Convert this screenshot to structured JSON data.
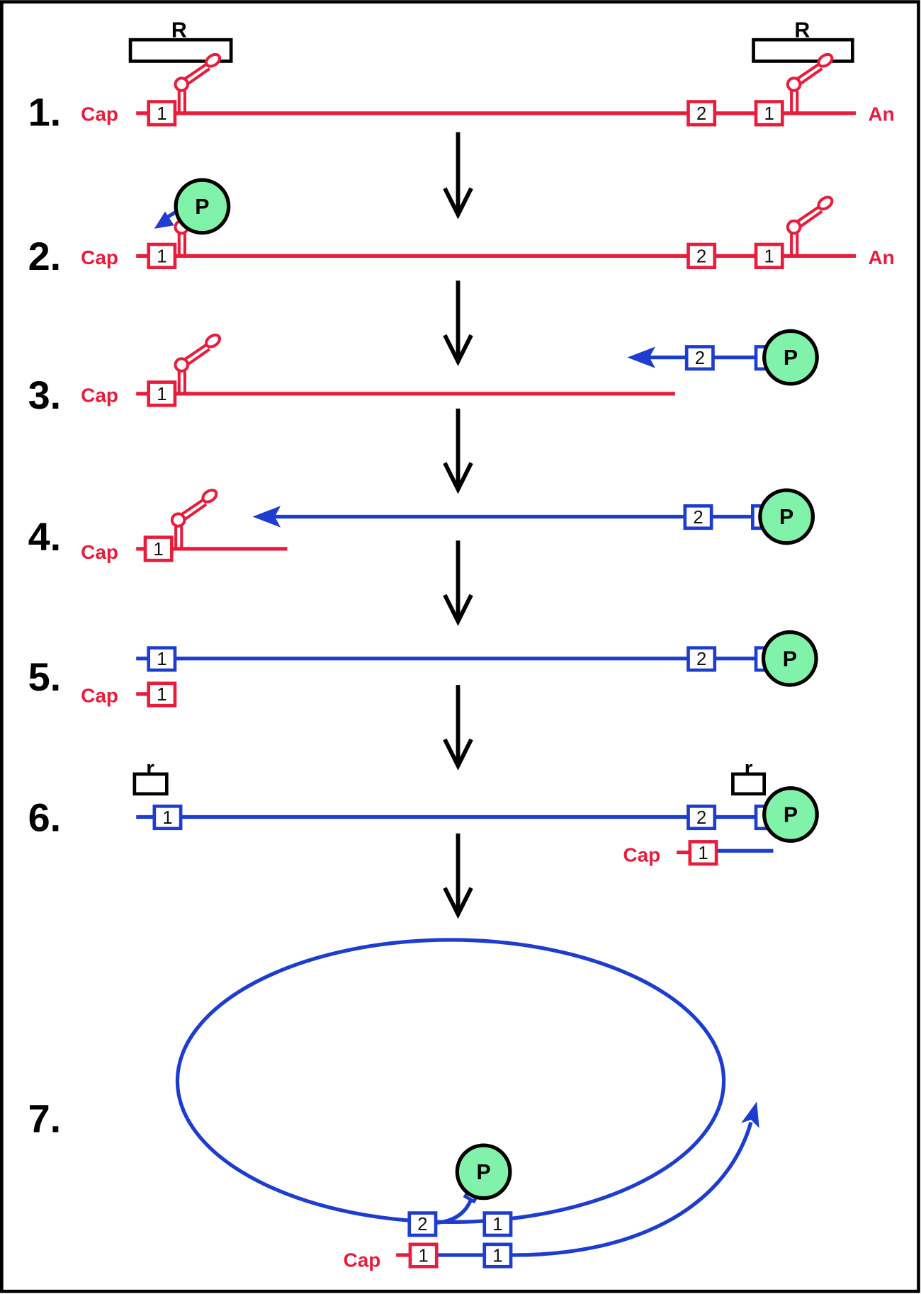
{
  "colors": {
    "positive_strand": "#e81d3b",
    "negative_strand": "#1d3cd0",
    "polymerase": "#80f2a9",
    "outline": "#000000"
  },
  "steps": [
    {
      "label": "1.",
      "cap": "Cap",
      "tail": "An",
      "binders": [
        "R",
        "R"
      ],
      "red_boxes": [
        "1",
        "2",
        "1"
      ]
    },
    {
      "label": "2.",
      "cap": "Cap",
      "tail": "An",
      "polymerase": "P",
      "red_boxes": [
        "1",
        "2",
        "1"
      ]
    },
    {
      "label": "3.",
      "cap": "Cap",
      "polymerase": "P",
      "red_boxes": [
        "1"
      ],
      "blue_boxes": [
        "2"
      ]
    },
    {
      "label": "4.",
      "cap": "Cap",
      "polymerase": "P",
      "red_boxes": [
        "1"
      ],
      "blue_boxes": [
        "2"
      ]
    },
    {
      "label": "5.",
      "cap": "Cap",
      "polymerase": "P",
      "red_boxes": [
        "1"
      ],
      "blue_boxes": [
        "1",
        "2"
      ]
    },
    {
      "label": "6.",
      "cap": "Cap",
      "polymerase": "P",
      "binders": [
        "r",
        "r"
      ],
      "red_boxes": [
        "1"
      ],
      "blue_boxes": [
        "1",
        "2"
      ]
    },
    {
      "label": "7.",
      "cap": "Cap",
      "polymerase": "P",
      "red_boxes": [
        "1"
      ],
      "blue_boxes": [
        "2",
        "1",
        "1"
      ]
    }
  ]
}
